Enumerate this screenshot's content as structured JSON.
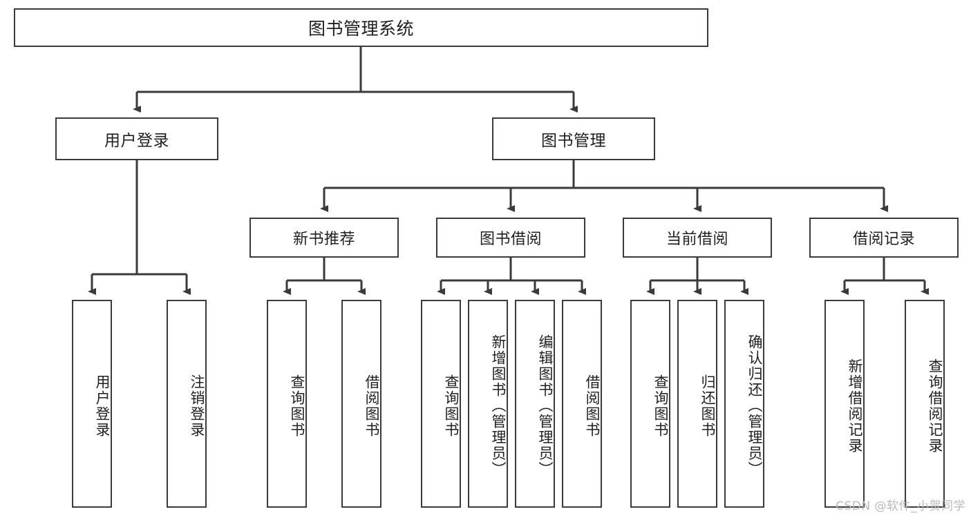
{
  "diagram": {
    "type": "tree",
    "title": "图书管理系统",
    "watermark": "CSDN @软件_小贺同学",
    "colors": {
      "box_border": "#3a3a3a",
      "box_fill": "#ffffff",
      "connector": "#3a3a3a",
      "text": "#1f1f1f",
      "watermark": "#b9b9b9"
    },
    "root": {
      "label": "图书管理系统"
    },
    "level2": [
      {
        "label": "用户登录"
      },
      {
        "label": "图书管理"
      }
    ],
    "level3": [
      {
        "label": "新书推荐"
      },
      {
        "label": "图书借阅"
      },
      {
        "label": "当前借阅"
      },
      {
        "label": "借阅记录"
      }
    ],
    "leaves": {
      "user_login": [
        {
          "label": "用户登录"
        },
        {
          "label": "注销登录"
        }
      ],
      "new_book_recommend": [
        {
          "label": "查询图书"
        },
        {
          "label": "借阅图书"
        }
      ],
      "book_borrow": [
        {
          "label": "查询图书"
        },
        {
          "label": "新增图书（管理员）"
        },
        {
          "label": "编辑图书（管理员）"
        },
        {
          "label": "借阅图书"
        }
      ],
      "current_borrow": [
        {
          "label": "查询图书"
        },
        {
          "label": "归还图书"
        },
        {
          "label": "确认归还（管理员）"
        }
      ],
      "borrow_record": [
        {
          "label": "新增借阅记录"
        },
        {
          "label": "查询借阅记录"
        }
      ]
    }
  }
}
